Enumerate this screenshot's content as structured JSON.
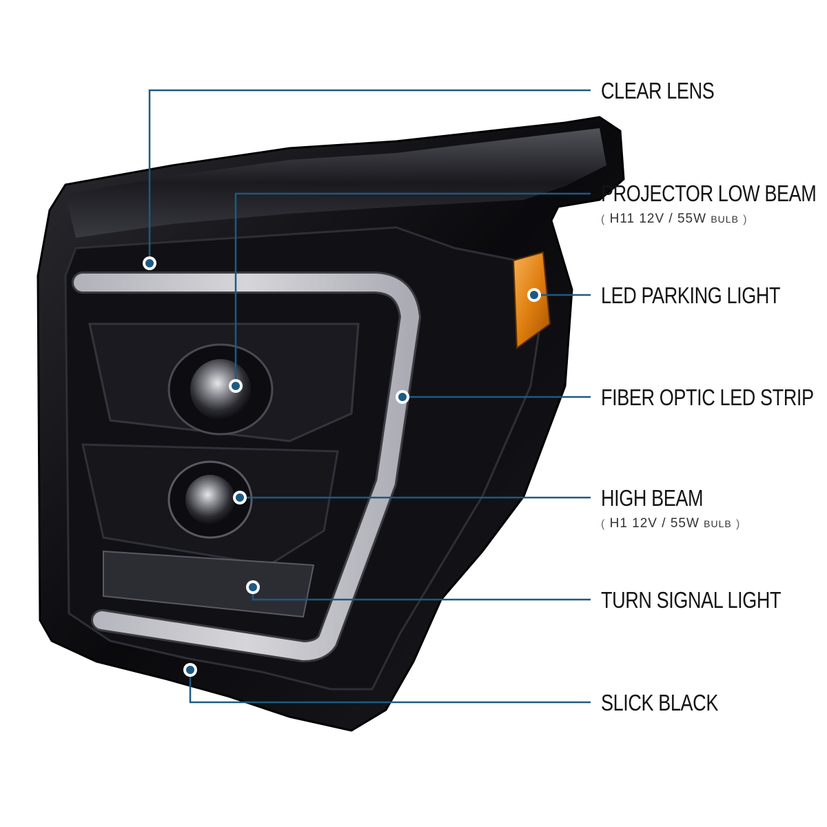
{
  "colors": {
    "callout_line": "#1d5a83",
    "callout_dot": "#1d5a83",
    "dot_ring": "#ffffff",
    "amber": "#e68a1a",
    "housing": "#0c0c0f",
    "led_strip": "#e9e9ee"
  },
  "callouts": [
    {
      "label": "CLEAR LENS"
    },
    {
      "label": "PROJECTOR LOW BEAM",
      "sub": {
        "open": "(",
        "text": "H11  12V / 55W",
        "unit": "BULB",
        "close": ")"
      }
    },
    {
      "label": "LED PARKING LIGHT"
    },
    {
      "label": "FIBER OPTIC LED STRIP"
    },
    {
      "label": "HIGH BEAM",
      "sub": {
        "open": "(",
        "text": "H1  12V / 55W",
        "unit": "BULB",
        "close": ")"
      }
    },
    {
      "label": "TURN SIGNAL LIGHT"
    },
    {
      "label": "SLICK BLACK"
    }
  ]
}
